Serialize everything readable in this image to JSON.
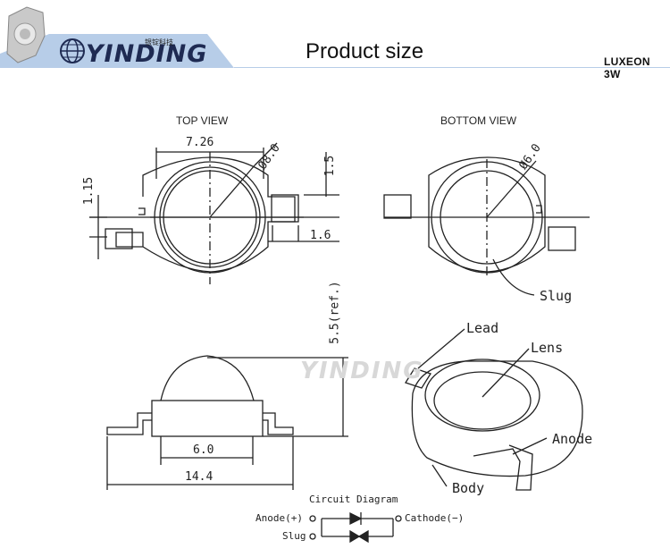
{
  "header": {
    "brand": "YINDING",
    "brand_cn": "银锭科技",
    "title": "Product size",
    "model": "LUXEON  3W"
  },
  "views": {
    "top_view": "TOP VIEW",
    "bottom_view": "BOTTOM VIEW"
  },
  "dimensions": {
    "width_top": "7.26",
    "diameter_top": "Ø8.0",
    "height_left": "1.15",
    "lead_height": "1.5",
    "lead_width": "1.6",
    "diameter_bottom": "Ø6.0",
    "height_ref": "5.5(ref.)",
    "lens_width": "6.0",
    "total_width": "14.4"
  },
  "callouts": {
    "slug": "Slug",
    "lead": "Lead",
    "lens": "Lens",
    "anode": "Anode",
    "body": "Body"
  },
  "circuit": {
    "title": "Circuit Diagram",
    "anode": "Anode(+)",
    "cathode": "Cathode(−)",
    "slug": "Slug"
  },
  "watermark": "YINDING",
  "colors": {
    "header_band": "#b7cde8",
    "brand": "#1e2a52"
  }
}
